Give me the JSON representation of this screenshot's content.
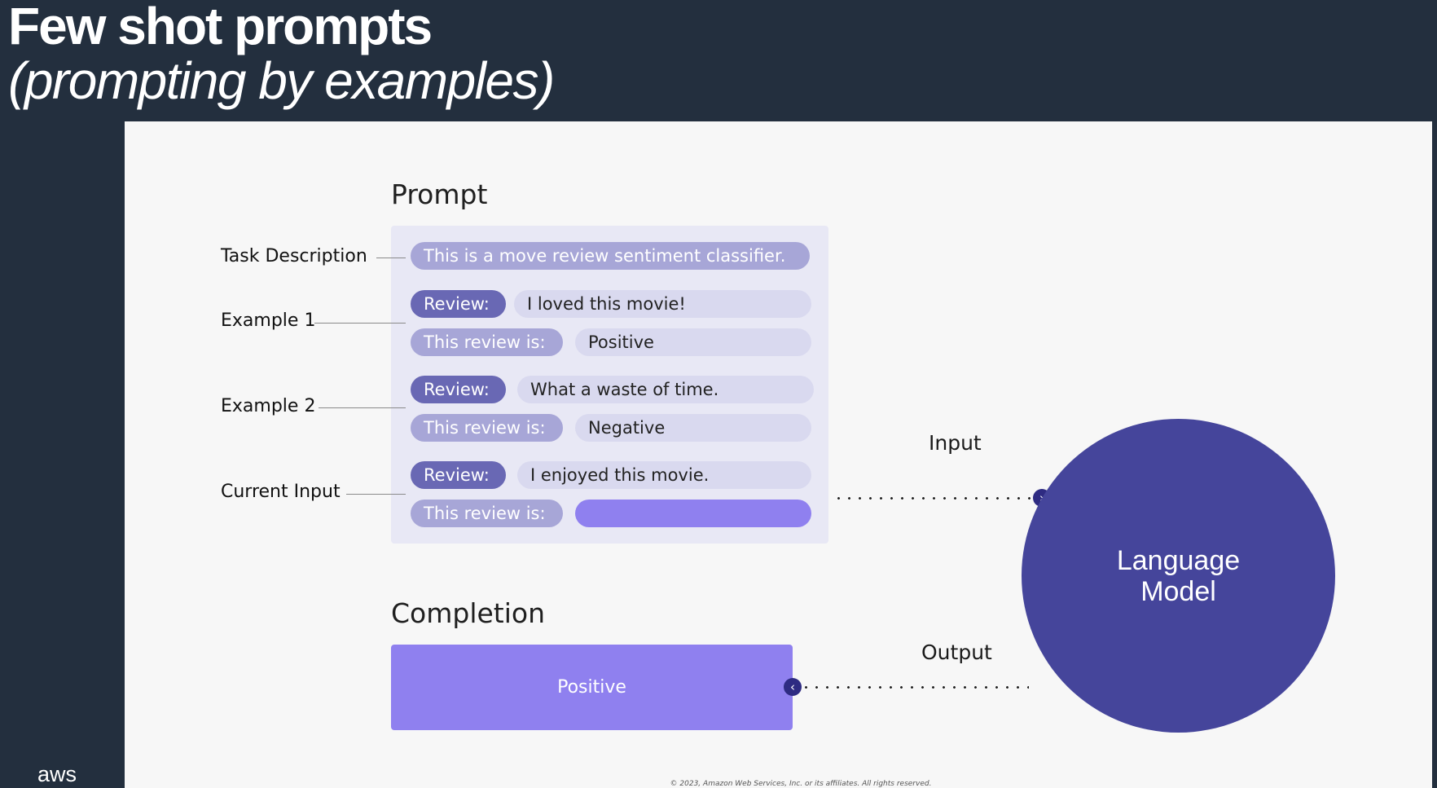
{
  "slide": {
    "title": "Few shot prompts",
    "subtitle": "(prompting by examples)",
    "logo_text": "aws",
    "footnote": "© 2023, Amazon Web Services, Inc. or its affiliates. All rights reserved."
  },
  "diagram": {
    "prompt_heading": "Prompt",
    "completion_heading": "Completion",
    "task_description": {
      "label": "Task Description",
      "text": "This is a move review sentiment classifier."
    },
    "examples": [
      {
        "label": "Example 1",
        "review_tag": "Review:",
        "review_text": "I loved this movie!",
        "result_tag": "This review is:",
        "result_text": "Positive"
      },
      {
        "label": "Example 2",
        "review_tag": "Review:",
        "review_text": "What a waste of time.",
        "result_tag": "This review is:",
        "result_text": "Negative"
      }
    ],
    "current_input": {
      "label": "Current Input",
      "review_tag": "Review:",
      "review_text": "I enjoyed this movie.",
      "result_tag": "This review is:"
    },
    "input_label": "Input",
    "output_label": "Output",
    "model_label": "Language Model",
    "completion_text": "Positive"
  },
  "colors": {
    "background": "#232f3e",
    "panel": "#f7f7f7",
    "prompt_box": "#e8e8f5",
    "tag_light": "#a7a6d7",
    "tag_dark": "#6968b4",
    "value_pill": "#d9d9ef",
    "accent_purple": "#8f80ef",
    "model_circle": "#45459b",
    "arrow_dot": "#2e2b82"
  },
  "icons": {
    "input_arrow": "chevron-right-icon",
    "output_arrow": "chevron-left-icon"
  }
}
